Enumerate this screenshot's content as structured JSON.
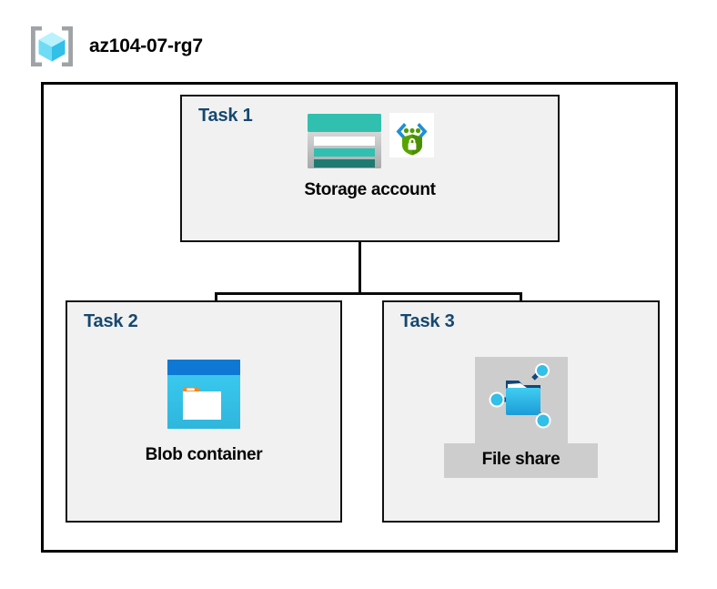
{
  "header": {
    "resource_group_name": "az104-07-rg7",
    "icon": "resource-group-icon"
  },
  "diagram": {
    "type": "azure-architecture-diagram",
    "container_label": "resource-group-boundary",
    "colors": {
      "task_label": "#16486f",
      "box_fill": "#f1f1f1",
      "box_border": "#111111",
      "boundary_border": "#000000",
      "connector": "#0b0b0b",
      "highlight": "#cdcdcd",
      "storage_teal": "#31c0b0",
      "storage_teal_dark": "#1f7a72",
      "blob_blue": "#0f78d4",
      "blob_cyan": "#32bfe8",
      "blob_orange": "#f08a22",
      "fileshare_cyan": "#32bfe8",
      "shield_green": "#57a300",
      "bracket_blue": "#1f8fd6",
      "cube_cyan": "#50e6ff"
    },
    "tasks": [
      {
        "id": "task1",
        "label": "Task 1",
        "node": {
          "caption": "Storage account",
          "icons": [
            "storage-account-icon",
            "secure-endpoint-shield-icon"
          ],
          "highlighted": false
        }
      },
      {
        "id": "task2",
        "label": "Task 2",
        "node": {
          "caption": "Blob container",
          "icons": [
            "blob-container-icon"
          ],
          "highlighted": false
        }
      },
      {
        "id": "task3",
        "label": "Task 3",
        "node": {
          "caption": "File share",
          "icons": [
            "file-share-icon"
          ],
          "highlighted": true
        }
      }
    ],
    "connections": [
      {
        "from": "task1",
        "to": "task2"
      },
      {
        "from": "task1",
        "to": "task3"
      }
    ]
  }
}
